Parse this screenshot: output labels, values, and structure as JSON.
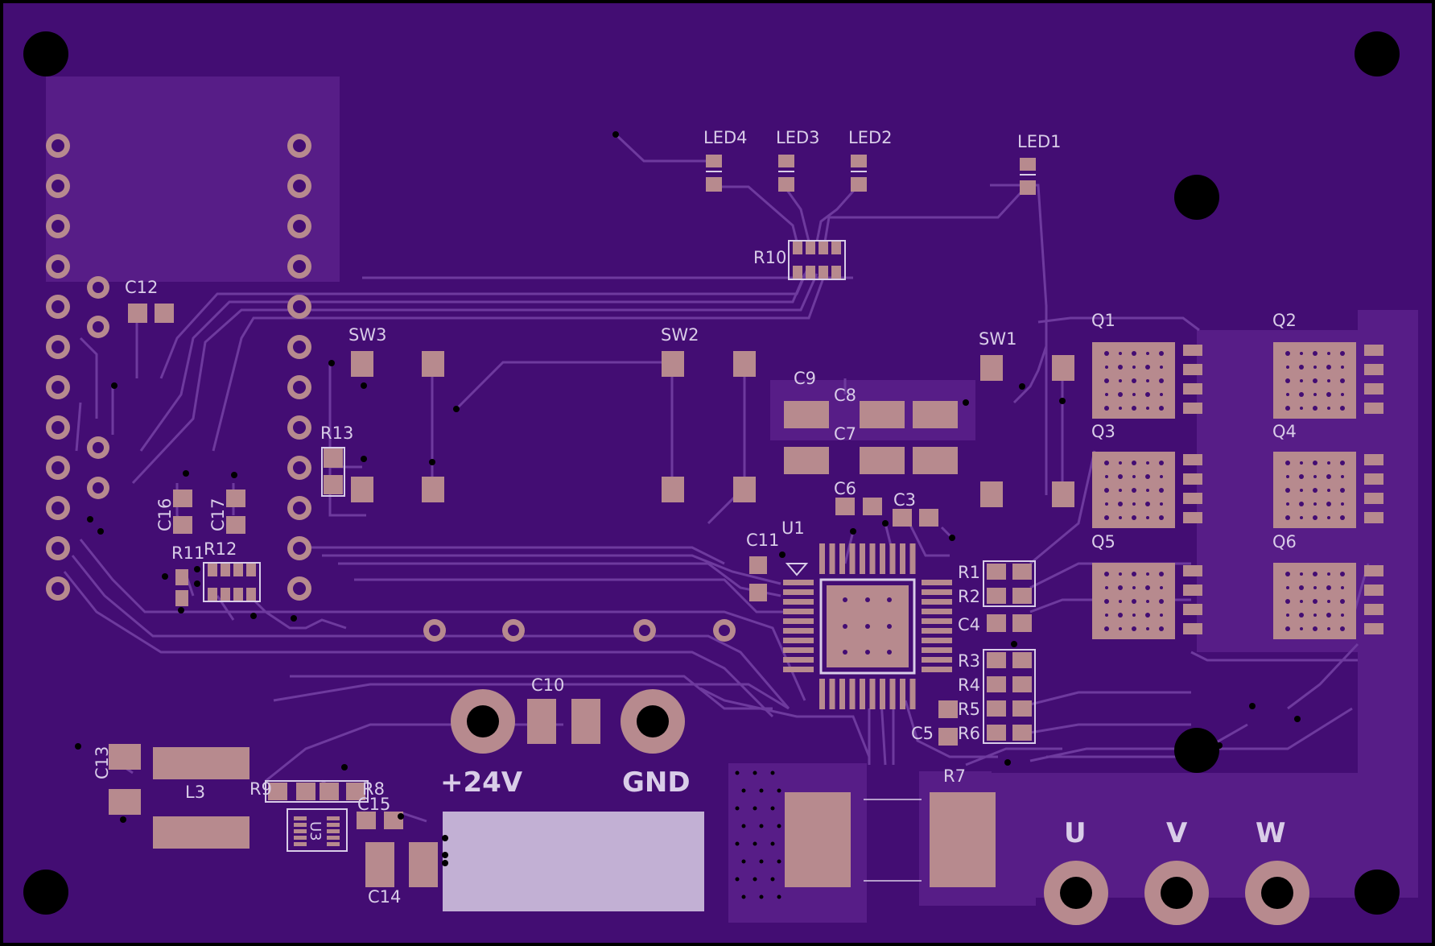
{
  "colors": {
    "board": "#430d73",
    "copper_zone": "#571d87",
    "trace": "#6e3a9e",
    "pad": "#b78a8e",
    "silkscreen": "#d9cde8",
    "hole": "#000000",
    "label_block": "#c2b0d4"
  },
  "labels": {
    "LED4": "LED4",
    "LED3": "LED3",
    "LED2": "LED2",
    "LED1": "LED1",
    "R10": "R10",
    "C12": "C12",
    "SW3": "SW3",
    "SW2": "SW2",
    "SW1": "SW1",
    "Q1": "Q1",
    "Q2": "Q2",
    "Q3": "Q3",
    "Q4": "Q4",
    "Q5": "Q5",
    "Q6": "Q6",
    "C9": "C9",
    "C8": "C8",
    "C7": "C7",
    "C6": "C6",
    "C3": "C3",
    "R13": "R13",
    "C16": "C16",
    "C17": "C17",
    "R11": "R11",
    "R12": "R12",
    "C11": "C11",
    "U1": "U1",
    "R1": "R1",
    "R2": "R2",
    "C4": "C4",
    "R3": "R3",
    "R4": "R4",
    "R5": "R5",
    "R6": "R6",
    "C5": "C5",
    "C10": "C10",
    "C13": "C13",
    "L3": "L3",
    "R9": "R9",
    "R8": "R8",
    "C15": "C15",
    "U3": "U3",
    "C14": "C14",
    "R7": "R7",
    "plus24v": "+24V",
    "gnd": "GND",
    "U": "U",
    "V": "V",
    "W": "W"
  }
}
